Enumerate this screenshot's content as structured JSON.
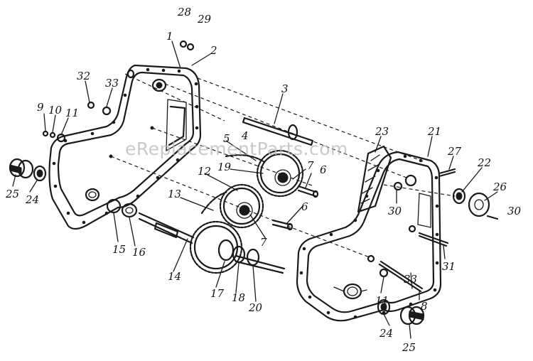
{
  "watermark": "eReplacementParts.com",
  "labels": [
    "28",
    "29",
    "1",
    "2",
    "3",
    "32",
    "33",
    "9",
    "10",
    "11",
    "23",
    "21",
    "27",
    "22",
    "26",
    "30",
    "4",
    "5",
    "19",
    "7",
    "6",
    "12",
    "13",
    "25",
    "24",
    "15",
    "16",
    "14",
    "17",
    "18",
    "20",
    "11",
    "8",
    "33",
    "31",
    "24",
    "25",
    "30",
    "7",
    "6"
  ],
  "colors": {
    "ink": "#1a1a1a",
    "background": "#ffffff",
    "watermark": "#b8b8b8"
  }
}
